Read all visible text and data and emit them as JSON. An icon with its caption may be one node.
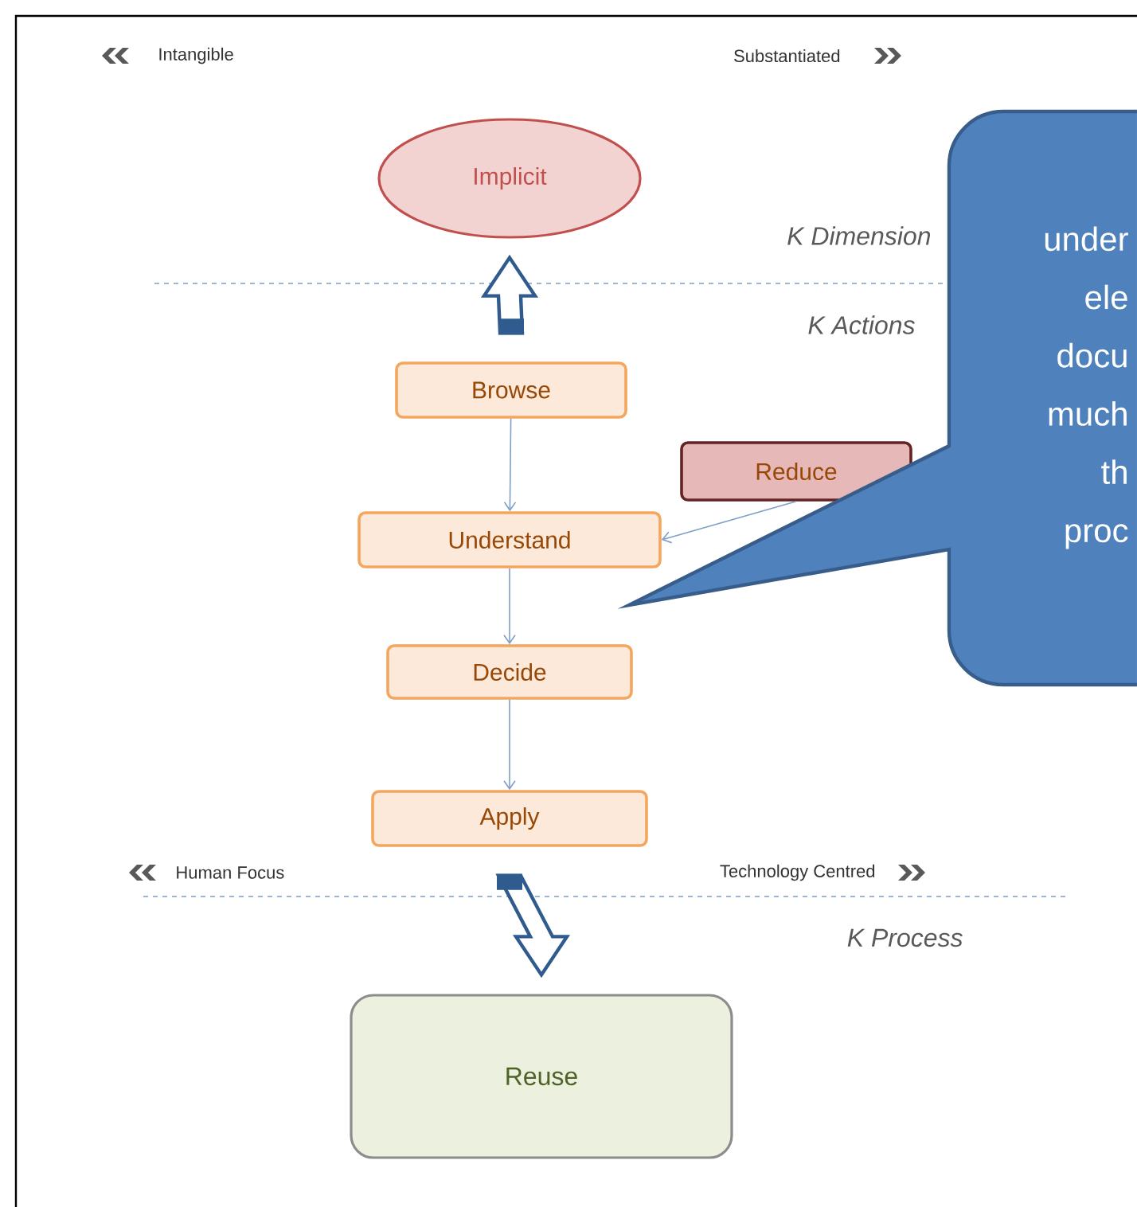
{
  "diagram": {
    "nodes": [
      {
        "text": [
          "Implicit"
        ]
      },
      {
        "text": [
          "Browse"
        ]
      },
      {
        "text": [
          "Reduce"
        ]
      },
      {
        "text": [
          "Understand"
        ]
      },
      {
        "text": [
          "Decide"
        ]
      },
      {
        "text": [
          "Apply"
        ]
      },
      {
        "text": [
          "Reuse"
        ]
      },
      {
        "text": [
          "under ele docu much th proc"
        ]
      }
    ],
    "edges": [
      {
        "from": 1,
        "to": 0,
        "arrow": "to",
        "style": "thick",
        "color": "#2f5b8e"
      },
      {
        "from": 1,
        "to": 3,
        "arrow": "to"
      },
      {
        "from": 2,
        "to": 3,
        "arrow": "to"
      },
      {
        "from": 3,
        "to": 4,
        "arrow": "to"
      },
      {
        "from": 4,
        "to": 5,
        "arrow": "to"
      },
      {
        "from": 5,
        "to": 6,
        "arrow": "to",
        "style": "thick",
        "color": "#2f5b8e"
      }
    ],
    "labels": [
      "Intangible",
      "Substantiated",
      "K Dimension",
      "K Actions",
      "Human Focus",
      "Technology Centred",
      "K Process"
    ]
  }
}
